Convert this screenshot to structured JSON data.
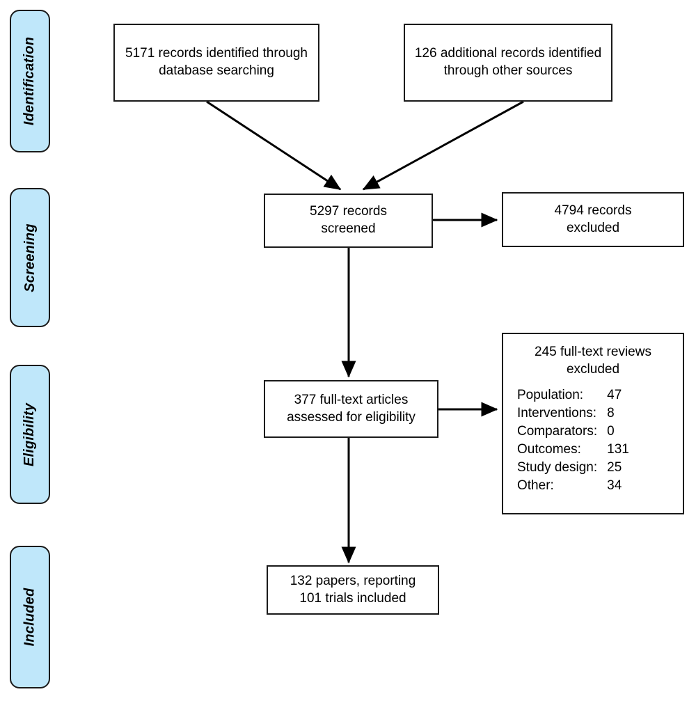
{
  "diagram": {
    "type": "prisma-flow-diagram",
    "stages": [
      {
        "key": "identification",
        "label": "Identification"
      },
      {
        "key": "screening",
        "label": "Screening"
      },
      {
        "key": "eligibility",
        "label": "Eligibility"
      },
      {
        "key": "included",
        "label": "Included"
      }
    ],
    "boxes": {
      "database_records": {
        "text": "5171 records identified through\ndatabase searching",
        "count": 5171
      },
      "other_records": {
        "text": "126 additional records identified through other sources",
        "count": 126
      },
      "screened": {
        "text": "5297 records\nscreened",
        "count": 5297
      },
      "records_excluded": {
        "text": "4794 records\nexcluded",
        "count": 4794
      },
      "fulltext_assessed": {
        "text": "377 full-text articles\nassessed for eligibility",
        "count": 377
      },
      "fulltext_excluded": {
        "heading": "245 full-text reviews\nexcluded",
        "count": 245,
        "reasons": [
          {
            "name": "Population:",
            "count": "47"
          },
          {
            "name": "Interventions:",
            "count": "8"
          },
          {
            "name": "Comparators:",
            "count": "0"
          },
          {
            "name": "Outcomes:",
            "count": "131"
          },
          {
            "name": "Study design:",
            "count": "25"
          },
          {
            "name": "Other:",
            "count": "34"
          }
        ]
      },
      "included_studies": {
        "text": "132 papers, reporting\n101 trials included",
        "papers": 132,
        "trials": 101
      }
    },
    "colors": {
      "stage_fill": "#BFE7FA",
      "stage_border": "#1a1a1a",
      "box_fill": "#FFFFFF",
      "box_border": "#1a1a1a",
      "connector": "#000000",
      "text": "#000000"
    }
  }
}
